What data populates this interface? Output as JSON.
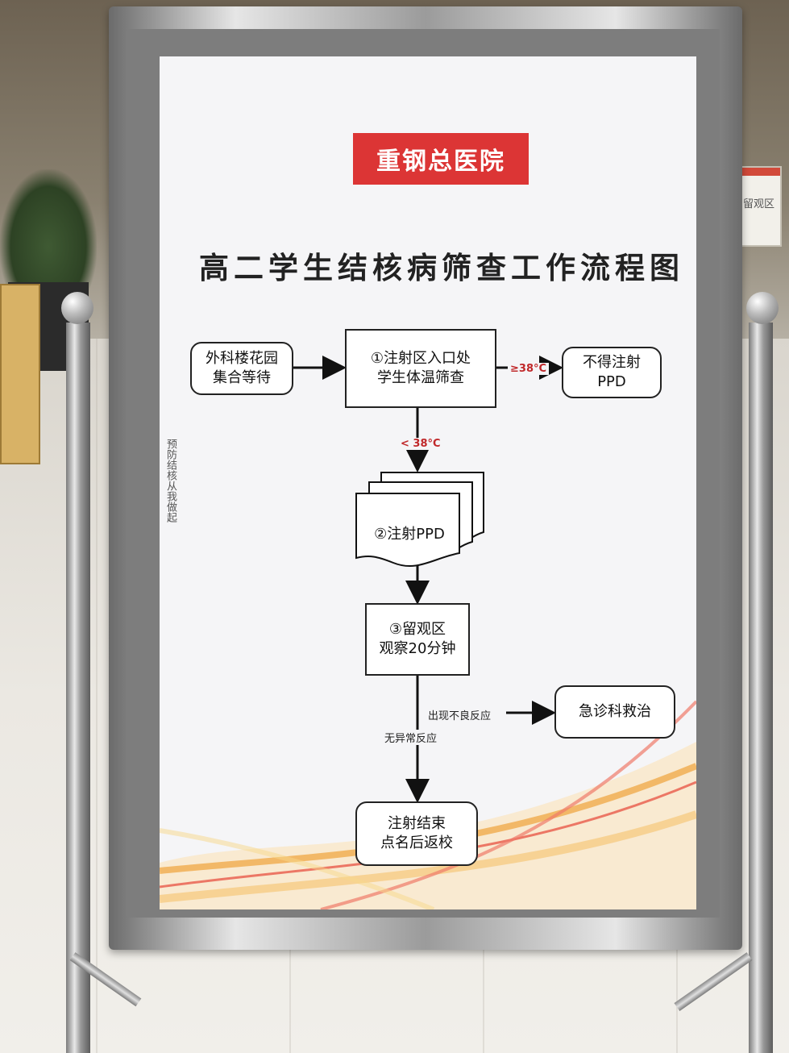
{
  "poster": {
    "hospital_logo": "重钢总医院",
    "title": "高二学生结核病筛查工作流程图",
    "side_slogan": "预防结核从我做起"
  },
  "flow": {
    "gather": {
      "line1": "外科楼花园",
      "line2": "集合等待"
    },
    "check": {
      "line1": "①注射区入口处",
      "line2": "学生体温筛查"
    },
    "no_inject": {
      "line1": "不得注射",
      "line2": "PPD"
    },
    "inject": {
      "label": "②注射PPD"
    },
    "observe": {
      "line1": "③留观区",
      "line2": "观察20分钟"
    },
    "emergency": {
      "label": "急诊科救治"
    },
    "return": {
      "line1": "注射结束",
      "line2": "点名后返校"
    }
  },
  "conditions": {
    "ge38": "≥38°C",
    "lt38": "< 38°C",
    "adverse": "出现不良反应",
    "normal": "无异常反应"
  },
  "background_sign": {
    "text": "留观区"
  },
  "colors": {
    "logo_red": "#dc3535",
    "condition_red": "#c0282a"
  }
}
